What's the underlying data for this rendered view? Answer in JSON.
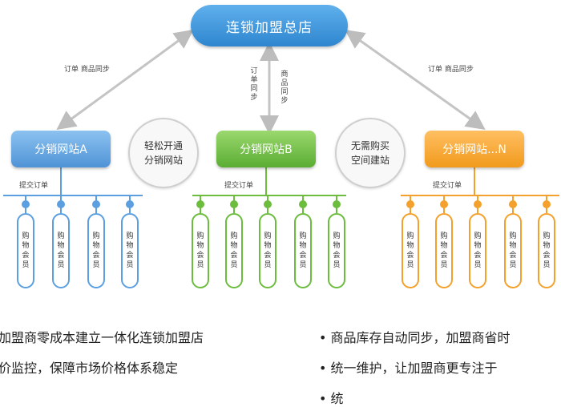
{
  "hq_title": "连锁加盟总店",
  "flow_left": "订单 商品同步",
  "flow_right": "订单 商品同步",
  "flow_mid_left": "订单同步",
  "flow_mid_right": "商品同步",
  "site_a": "分销网站A",
  "site_b": "分销网站B",
  "site_n": "分销网站...N",
  "circle_left": [
    "轻松开通",
    "分销网站"
  ],
  "circle_right": [
    "无需购买",
    "空间建站"
  ],
  "submit_order": "提交订单",
  "member": "购物会员",
  "bullets": {
    "left_1": "加盟商零成本建立一体化连锁加盟店",
    "left_2": "价监控，保障市场价格体系稳定",
    "right_1": "• 商品库存自动同步，加盟商省时",
    "right_2": "• 统一维护，让加盟商更专注于",
    "right_3": "• 统"
  },
  "colors": {
    "blue": "#5b9fe0",
    "green": "#6cbc3e",
    "orange": "#f3a12c",
    "arrow": "#bfbfbf"
  }
}
